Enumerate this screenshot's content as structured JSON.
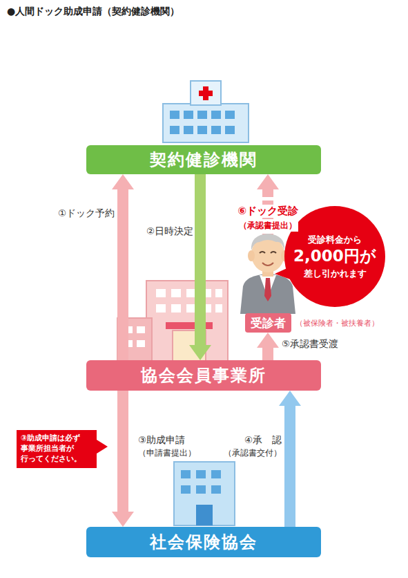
{
  "diagram": {
    "title": "●人間ドック助成申請（契約健診機関）",
    "nodes": [
      {
        "text": [
          "契約健診機関"
        ]
      },
      {
        "text": [
          "受診料金から",
          "2,000円が",
          "差し引かれます"
        ]
      },
      {
        "text": [
          "受診者",
          "（被保険者・被扶養者）"
        ]
      },
      {
        "text": [
          "協会会員事業所"
        ]
      },
      {
        "text": [
          "③助成申請は必ず 事業所担当者が 行ってください。"
        ]
      },
      {
        "text": [
          "社会保険協会"
        ]
      }
    ],
    "edges": [
      {
        "from": 3,
        "to": 0,
        "label": "①ドック予約",
        "arrow": "to"
      },
      {
        "from": 0,
        "to": 3,
        "label": "②日時決定",
        "arrow": "to"
      },
      {
        "from": 2,
        "to": 0,
        "label": "⑥ドック受診",
        "arrow": "to"
      },
      {
        "from": 3,
        "to": 2,
        "label": "⑤承認書受渡",
        "arrow": "to"
      },
      {
        "from": 3,
        "to": 5,
        "label": "③助成申請",
        "arrow": "to"
      },
      {
        "from": 5,
        "to": 3,
        "label": "④承　認",
        "arrow": "to"
      }
    ],
    "labels": [
      "（承認書提出）",
      "（申請書提出）",
      "（承認書交付）"
    ]
  }
}
